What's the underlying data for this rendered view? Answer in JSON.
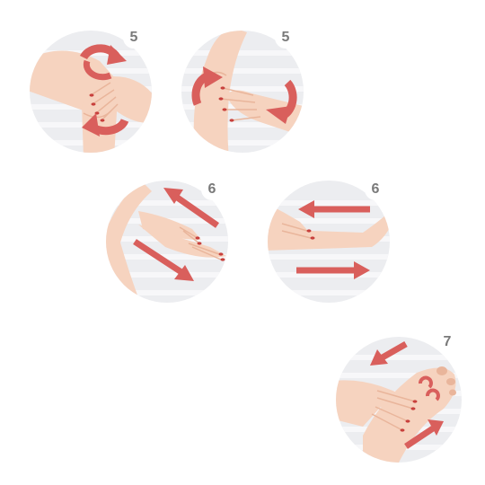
{
  "steps": [
    {
      "number": "5"
    },
    {
      "number": "5"
    },
    {
      "number": "6"
    },
    {
      "number": "6"
    },
    {
      "number": "7"
    }
  ],
  "colors": {
    "circle_bg": "#ecedf0",
    "stripe": "#f7f7f9",
    "skin": "#f6d3bf",
    "skin_shade": "#e9b59b",
    "arrow": "#d95f5c",
    "nail": "#c8403c",
    "badge_text": "#7a7a7a"
  }
}
